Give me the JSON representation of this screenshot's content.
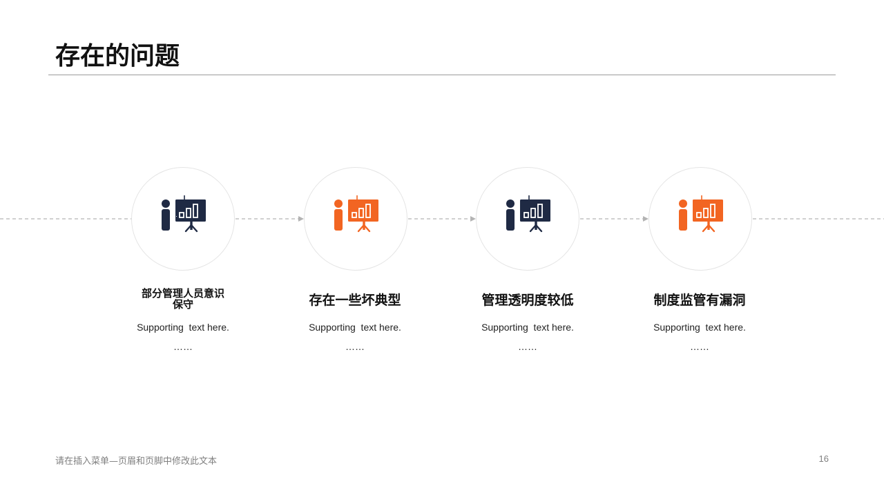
{
  "slide": {
    "title": "存在的问题",
    "footer_note": "请在插入菜单—页眉和页脚中修改此文本",
    "page_number": "16"
  },
  "colors": {
    "navy": "#1f2a44",
    "orange": "#f26522",
    "connector": "#b3b3b3"
  },
  "steps": [
    {
      "label": "部分管理人员意识保守",
      "support": "Supporting  text here.",
      "ellipsis": "……",
      "icon": "presenter-chart-icon",
      "color": "#1f2a44"
    },
    {
      "label": "存在一些坏典型",
      "support": "Supporting  text here.",
      "ellipsis": "……",
      "icon": "presenter-chart-icon",
      "color": "#f26522"
    },
    {
      "label": "管理透明度较低",
      "support": "Supporting  text here.",
      "ellipsis": "……",
      "icon": "presenter-chart-icon",
      "color": "#1f2a44"
    },
    {
      "label": "制度监管有漏洞",
      "support": "Supporting  text here.",
      "ellipsis": "……",
      "icon": "presenter-chart-icon",
      "color": "#f26522"
    }
  ]
}
